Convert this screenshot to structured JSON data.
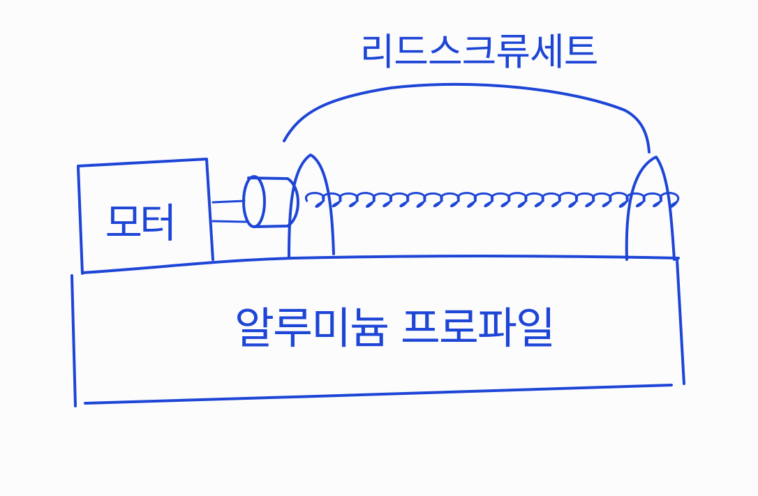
{
  "colors": {
    "ink": "#1d45d6",
    "background": "#fcfcfd"
  },
  "labels": {
    "ball_screw": "리드스크류세트",
    "motor": "모터",
    "plate": "알루미늄 프로파일"
  }
}
